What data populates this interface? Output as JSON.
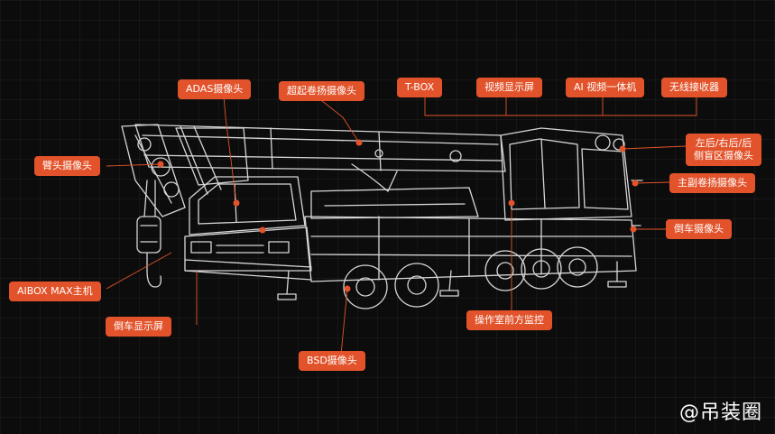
{
  "labels": {
    "adas_camera": "ADAS摄像头",
    "hoist_camera": "超起卷扬摄像头",
    "tbox": "T-BOX",
    "video_display": "视频显示屏",
    "ai_video_unit": "AI 视频一体机",
    "wireless_receiver": "无线接收器",
    "boom_head_camera": "臂头摄像头",
    "blind_zone_camera": "左后/右后/后侧盲区摄像头",
    "main_aux_winch_camera": "主副卷扬摄像头",
    "reverse_camera": "倒车摄像头",
    "aibox_max": "AIBOX MAX主机",
    "reverse_display": "倒车显示屏",
    "cab_front_monitor": "操作室前方监控",
    "bsd_camera": "BSD摄像头"
  },
  "watermark": "@吊装圈",
  "colors": {
    "accent": "#e2532b",
    "linework": "#d9d9d9",
    "background": "#0c0c0c"
  }
}
